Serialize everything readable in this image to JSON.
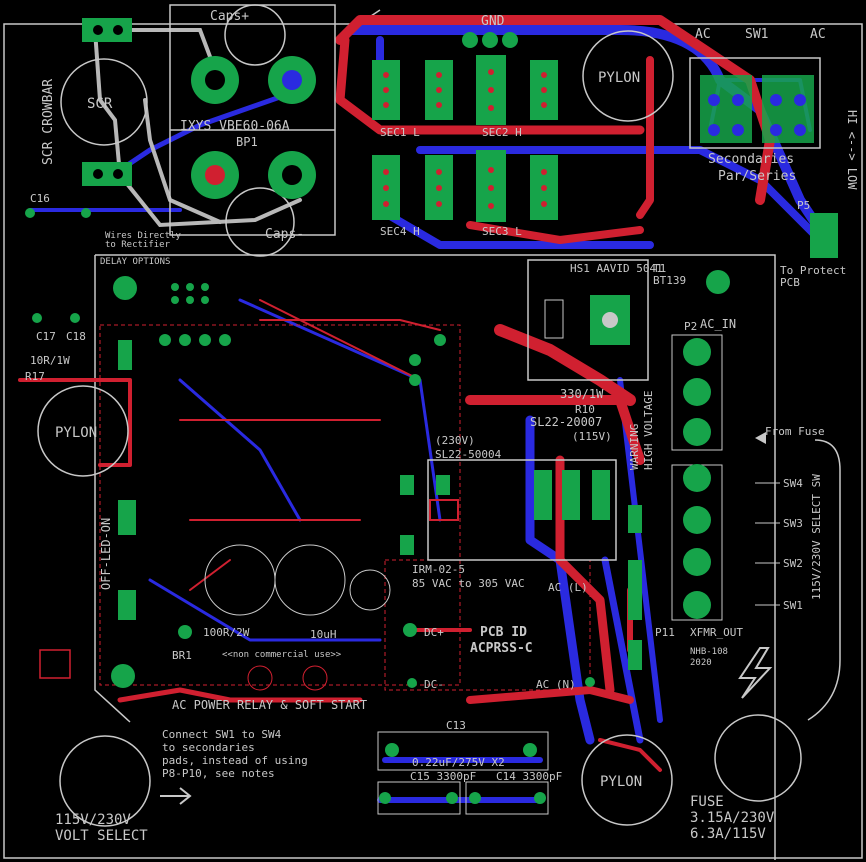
{
  "labels": {
    "caps_plus": "Caps+",
    "gnd": "GND",
    "pylon": "PYLON",
    "sw1": "SW1",
    "ac": "AC",
    "scr": "SCR",
    "ixys": "IXYS VBE60-06A",
    "bp1": "BP1",
    "caps_minus": "Caps-",
    "sec1": "SEC1  L",
    "sec2": "SEC2  H",
    "sec4": "SEC4  H",
    "sec3": "SEC3  L",
    "secondaries": "Secondaries",
    "par_series": "Par/Series",
    "p5": "P5",
    "to_protect": "To Protect",
    "pcb": "PCB",
    "c16": "C16",
    "wires_direct": "Wires Directly",
    "to_rectifier": "to Rectifier",
    "delay_options": "DELAY OPTIONS",
    "c17": "C17",
    "c18": "C18",
    "r17_value": "10R/1W",
    "r17": "R17",
    "hs1": "HS1   AAVID 5041",
    "t1": "T1",
    "bt139": "BT139",
    "ac_in": "AC_IN",
    "p2": "P2",
    "r10_value": "330/1W",
    "r10": "R10",
    "sl22_2000": "SL22-20007",
    "v115": "(115V)",
    "v230": "(230V)",
    "sl22_5000": "SL22-50004",
    "from_fuse": "From Fuse",
    "sw4": "SW4",
    "sw3": "SW3",
    "sw2": "SW2",
    "sw1b": "SW1",
    "select_sw": "115V/230V SELECT SW",
    "irm": "IRM-02-5",
    "irm_range": "85 VAC to 305 VAC",
    "ac_l": "AC (L)",
    "ac_n": "AC (N)",
    "pcb_id": "PCB ID",
    "acprss": "ACPRSS-C",
    "dc_plus": "DC+",
    "dc_minus": "DC-",
    "uh": "10uH",
    "r_value": "100R/2W",
    "non_commercial": "<<non commercial use>>",
    "ac_relay": "AC POWER RELAY & SOFT START",
    "br1": "BR1",
    "p11": "P11",
    "xfmr_out": "XFMR_OUT",
    "nhb": "NHB-108",
    "year": "2020",
    "c13": "C13",
    "c13_value": "0.22uF/275V X2",
    "c15": "C15  3300pF",
    "c14": "C14  3300pF",
    "volt_select_1": "115V/230V",
    "volt_select_2": "VOLT SELECT",
    "fuse": "FUSE",
    "fuse_rating_1": "3.15A/230V",
    "fuse_rating_2": "6.3A/115V",
    "scr_crowbar": "SCR CROWBAR",
    "off_led_on": "OFF-LED-ON",
    "warning": "WARNING",
    "high_voltage": "HIGH VOLTAGE",
    "hi_lo": "HI <--> LOW"
  },
  "notes": {
    "line1": "Connect SW1 to SW4",
    "line2": "to secondaries",
    "line3": "pads, instead of using",
    "line4": "P8-P10, see notes"
  },
  "colors": {
    "top_copper": "#d02030",
    "bottom_copper": "#2a2ae0",
    "pads": "#16a44a",
    "silkscreen": "#c8c8c8",
    "background": "#000000"
  }
}
